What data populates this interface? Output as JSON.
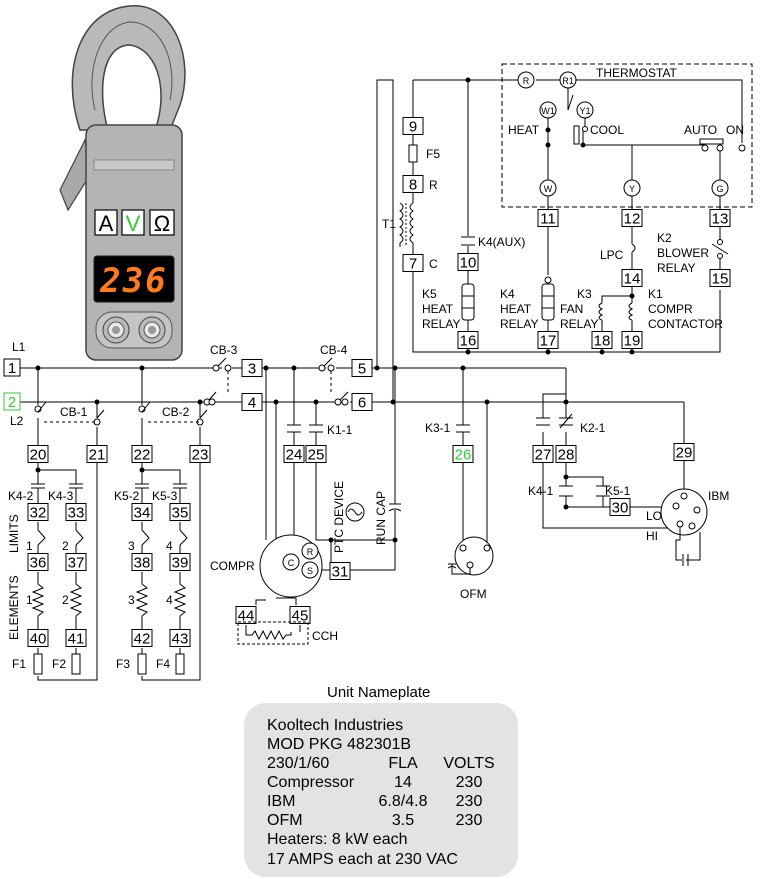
{
  "meter": {
    "mode_a": "A",
    "mode_v": "V",
    "mode_ohm": "Ω",
    "reading": "236",
    "selected_mode": "V",
    "display_color": "#ff7a1a"
  },
  "lines": {
    "l1": "L1",
    "l2": "L2",
    "l1_terminal": "1",
    "l2_terminal": "2"
  },
  "breakers": {
    "cb1": "CB-1",
    "cb2": "CB-2",
    "cb3": "CB-3",
    "cb4": "CB-4"
  },
  "terminals": {
    "t3": "3",
    "t4": "4",
    "t5": "5",
    "t6": "6",
    "t7": "7",
    "t8": "8",
    "t9": "9",
    "t10": "10",
    "t11": "11",
    "t12": "12",
    "t13": "13",
    "t14": "14",
    "t15": "15",
    "t16": "16",
    "t17": "17",
    "t18": "18",
    "t19": "19",
    "t20": "20",
    "t21": "21",
    "t22": "22",
    "t23": "23",
    "t24": "24",
    "t25": "25",
    "t26": "26",
    "t27": "27",
    "t28": "28",
    "t29": "29",
    "t30": "30",
    "t31": "31",
    "t32": "32",
    "t33": "33",
    "t34": "34",
    "t35": "35",
    "t36": "36",
    "t37": "37",
    "t38": "38",
    "t39": "39",
    "t40": "40",
    "t41": "41",
    "t42": "42",
    "t43": "43",
    "t44": "44",
    "t45": "45"
  },
  "labels": {
    "thermostat": "THERMOSTAT",
    "r": "R",
    "r1": "R1",
    "w1": "W1",
    "y1": "Y1",
    "w": "W",
    "y": "Y",
    "g": "G",
    "heat": "HEAT",
    "cool": "COOL",
    "auto": "AUTO",
    "on": "ON",
    "f5": "F5",
    "r_tap": "R",
    "c_tap": "C",
    "t1": "T1",
    "k4aux": "K4(AUX)",
    "k5_heat_relay": [
      "K5",
      "HEAT",
      "RELAY"
    ],
    "k4_heat_relay": [
      "K4",
      "HEAT",
      "RELAY"
    ],
    "k3_fan_relay": [
      "K3",
      "FAN",
      "RELAY"
    ],
    "k1_compr": [
      "K1",
      "COMPR",
      "CONTACTOR"
    ],
    "k2_blower": [
      "K2",
      "BLOWER",
      "RELAY"
    ],
    "lpc": "LPC",
    "k4_2": "K4-2",
    "k4_3": "K4-3",
    "k5_2": "K5-2",
    "k5_3": "K5-3",
    "limits": "LIMITS",
    "elements": "ELEMENTS",
    "n1": "1",
    "n2": "2",
    "n3": "3",
    "n4": "4",
    "f1": "F1",
    "f2": "F2",
    "f3": "F3",
    "f4": "F4",
    "k1_1": "K1-1",
    "k3_1": "K3-1",
    "k2_1": "K2-1",
    "k4_1": "K4-1",
    "k5_1": "K5-1",
    "compr": "COMPR",
    "c": "C",
    "s": "S",
    "ptc": "PTC DEVICE",
    "run_cap": "RUN CAP",
    "cch": "CCH",
    "ofm": "OFM",
    "ibm": "IBM",
    "lo": "LO",
    "hi": "HI"
  },
  "nameplate": {
    "title": "Unit Nameplate",
    "company": "Kooltech Industries",
    "model": "MOD PKG 482301B",
    "supply": "230/1/60",
    "col_fla": "FLA",
    "col_volts": "VOLTS",
    "rows": [
      {
        "name": "Compressor",
        "fla": "14",
        "volts": "230"
      },
      {
        "name": "IBM",
        "fla": "6.8/4.8",
        "volts": "230"
      },
      {
        "name": "OFM",
        "fla": "3.5",
        "volts": "230"
      }
    ],
    "heaters": "Heaters: 8 kW each",
    "amps": "17 AMPS each at 230 VAC"
  },
  "colors": {
    "highlight_green": "#33cc33",
    "nameplate_bg": "#e3e3e3"
  }
}
